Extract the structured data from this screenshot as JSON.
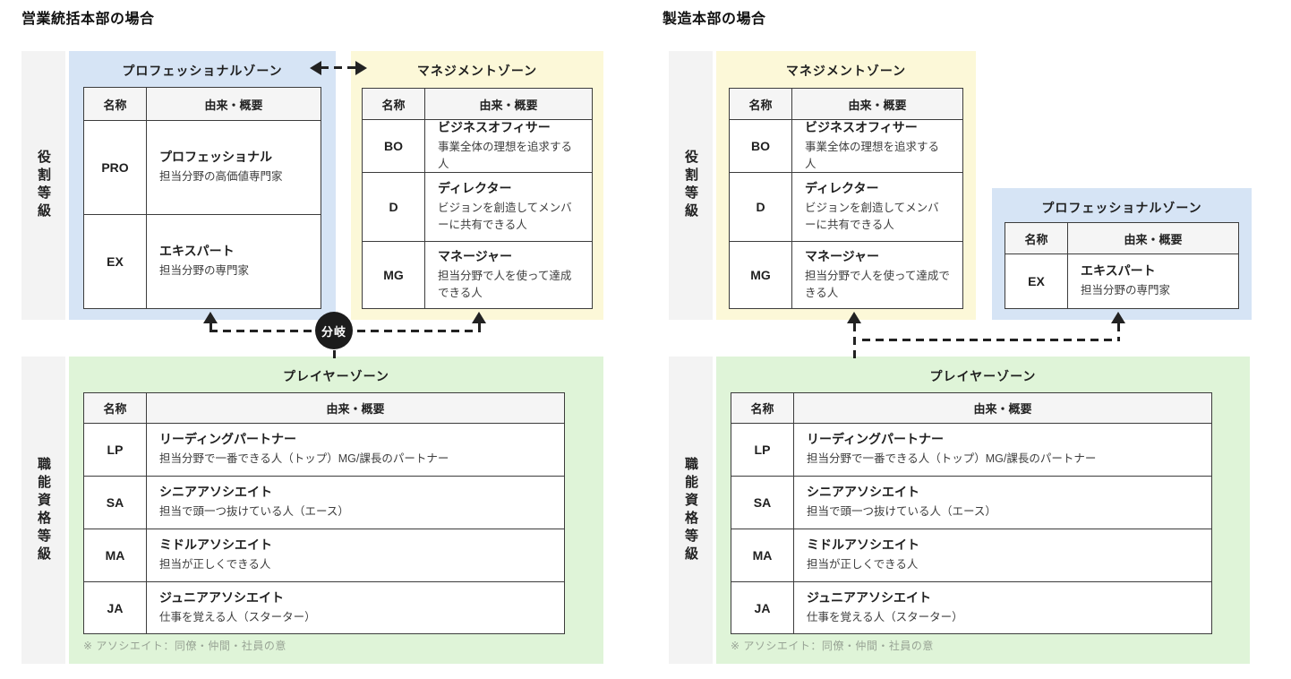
{
  "colors": {
    "professional_zone_bg": "#d6e4f5",
    "management_zone_bg": "#fcf8d8",
    "player_zone_bg": "#dff4d8",
    "axis_bar_bg": "#f3f3f3",
    "table_header_bg": "#f5f5f5",
    "table_border": "#3c3c3c",
    "connector": "#222222",
    "branch_node_bg": "#1c1c1c",
    "branch_node_text": "#ffffff",
    "footnote_text": "#98a395"
  },
  "columns": {
    "name": "名称",
    "desc": "由来・概要"
  },
  "left": {
    "title": "営業統括本部の場合",
    "role_axis": "役割等級",
    "skill_axis": "職能資格等級",
    "branch_label": "分岐",
    "professional_zone": {
      "title": "プロフェッショナルゾーン",
      "rows": [
        {
          "code": "PRO",
          "name": "プロフェッショナル",
          "desc": "担当分野の高価値専門家"
        },
        {
          "code": "EX",
          "name": "エキスパート",
          "desc": "担当分野の専門家"
        }
      ]
    },
    "management_zone": {
      "title": "マネジメントゾーン",
      "rows": [
        {
          "code": "BO",
          "name": "ビジネスオフィサー",
          "desc": "事業全体の理想を追求する人"
        },
        {
          "code": "D",
          "name": "ディレクター",
          "desc": "ビジョンを創造してメンバーに共有できる人"
        },
        {
          "code": "MG",
          "name": "マネージャー",
          "desc": "担当分野で人を使って達成できる人"
        }
      ]
    },
    "player_zone": {
      "title": "プレイヤーゾーン",
      "rows": [
        {
          "code": "LP",
          "name": "リーディングパートナー",
          "desc": "担当分野で一番できる人（トップ）MG/課長のパートナー"
        },
        {
          "code": "SA",
          "name": "シニアアソシエイト",
          "desc": "担当で頭一つ抜けている人（エース）"
        },
        {
          "code": "MA",
          "name": "ミドルアソシエイト",
          "desc": "担当が正しくできる人"
        },
        {
          "code": "JA",
          "name": "ジュニアアソシエイト",
          "desc": "仕事を覚える人（スターター）"
        }
      ],
      "footnote": "※ アソシエイト：同僚・仲間・社員の意"
    }
  },
  "right": {
    "title": "製造本部の場合",
    "role_axis": "役割等級",
    "skill_axis": "職能資格等級",
    "management_zone": {
      "title": "マネジメントゾーン",
      "rows": [
        {
          "code": "BO",
          "name": "ビジネスオフィサー",
          "desc": "事業全体の理想を追求する人"
        },
        {
          "code": "D",
          "name": "ディレクター",
          "desc": "ビジョンを創造してメンバーに共有できる人"
        },
        {
          "code": "MG",
          "name": "マネージャー",
          "desc": "担当分野で人を使って達成できる人"
        }
      ]
    },
    "professional_zone": {
      "title": "プロフェッショナルゾーン",
      "rows": [
        {
          "code": "EX",
          "name": "エキスパート",
          "desc": "担当分野の専門家"
        }
      ]
    },
    "player_zone": {
      "title": "プレイヤーゾーン",
      "rows": [
        {
          "code": "LP",
          "name": "リーディングパートナー",
          "desc": "担当分野で一番できる人（トップ）MG/課長のパートナー"
        },
        {
          "code": "SA",
          "name": "シニアアソシエイト",
          "desc": "担当で頭一つ抜けている人（エース）"
        },
        {
          "code": "MA",
          "name": "ミドルアソシエイト",
          "desc": "担当が正しくできる人"
        },
        {
          "code": "JA",
          "name": "ジュニアアソシエイト",
          "desc": "仕事を覚える人（スターター）"
        }
      ],
      "footnote": "※ アソシエイト：同僚・仲間・社員の意"
    }
  }
}
